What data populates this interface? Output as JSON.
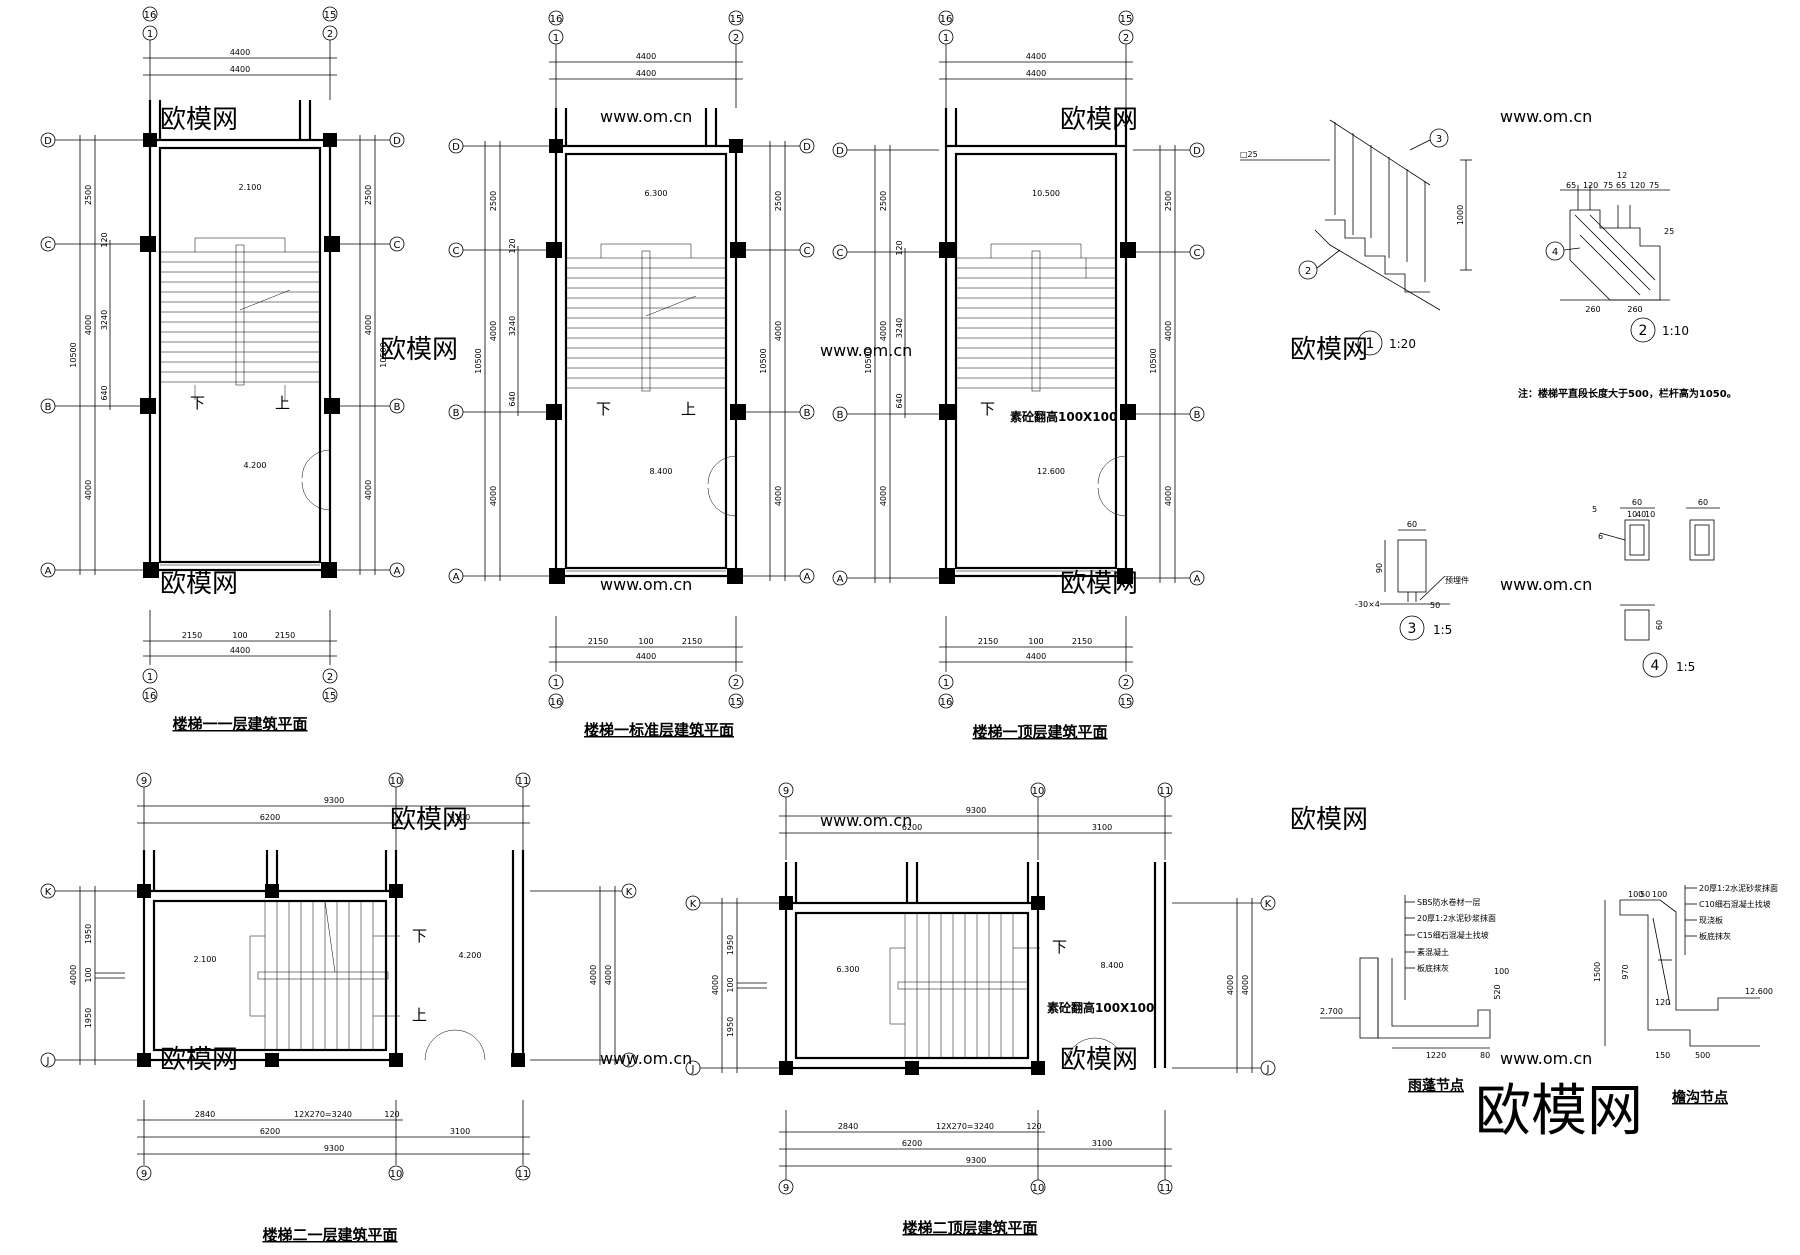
{
  "plans": {
    "p1": {
      "title": "楼梯一一层建筑平面",
      "elev_top": "2.100",
      "elev_bot": "4.200",
      "down": "下",
      "up": "上"
    },
    "p2": {
      "title": "楼梯一标准层建筑平面",
      "elev_top": "6.300",
      "elev_bot": "8.400",
      "down": "下",
      "up": "上"
    },
    "p3": {
      "title": "楼梯一顶层建筑平面",
      "elev_top": "10.500",
      "elev_bot": "12.600",
      "down": "下",
      "note": "素砼翻高100X100"
    },
    "p4": {
      "title": "楼梯二一层建筑平面",
      "elev_left": "2.100",
      "elev_right": "4.200",
      "down": "下",
      "up": "上"
    },
    "p5": {
      "title": "楼梯二顶层建筑平面",
      "elev_left": "6.300",
      "elev_right": "8.400",
      "down": "下",
      "note": "素砼翻高100X100"
    }
  },
  "axes_stair1": {
    "top_left": [
      "16",
      "1"
    ],
    "top_right": [
      "15",
      "2"
    ],
    "rows": [
      "D",
      "C",
      "B",
      "A"
    ],
    "dims_top": [
      "4400",
      "4400"
    ],
    "dims_bottom": [
      "2150",
      "100",
      "2150",
      "4400"
    ],
    "dims_vert_outer": [
      "2500",
      "4000",
      "4000"
    ],
    "dims_vert_inner": [
      "120",
      "3240",
      "640"
    ],
    "dims_vert_total": "10500"
  },
  "axes_stair2": {
    "cols": [
      "9",
      "10",
      "11"
    ],
    "rows": [
      "K",
      "J"
    ],
    "dims_top": [
      "9300",
      "6200",
      "3100"
    ],
    "dims_bottom": [
      "2840",
      "12X270=3240",
      "120",
      "6200",
      "3100",
      "9300"
    ],
    "dims_vert": [
      "1950",
      "100",
      "1950",
      "4000"
    ]
  },
  "details": {
    "d1": {
      "num": "1",
      "scale": "1:20",
      "tags": [
        "3",
        "2"
      ],
      "label": "□25",
      "height": "1000"
    },
    "d2": {
      "num": "2",
      "scale": "1:10",
      "tag": "4",
      "dims": [
        "65",
        "120",
        "75",
        "65",
        "120",
        "75",
        "12"
      ],
      "steps": [
        "260",
        "260"
      ],
      "bar": "25"
    },
    "note": "注：楼梯平直段长度大于500，栏杆高为1050。",
    "d3": {
      "num": "3",
      "scale": "1:5",
      "dims": [
        "60",
        "90",
        "50"
      ],
      "labels": [
        "-30×4",
        "预埋件"
      ]
    },
    "d4": {
      "num": "4",
      "scale": "1:5",
      "dims": [
        "60",
        "10",
        "40",
        "10",
        "60",
        "5",
        "6",
        "60"
      ]
    },
    "canopy": {
      "title": "雨蓬节点",
      "elev": "2.700",
      "layers": [
        "SBS防水卷材一层",
        "20厚1:2水泥砂浆抹面",
        "C15细石混凝土找坡",
        "素混凝土",
        "板底抹灰"
      ],
      "dims": [
        "1220",
        "80",
        "520",
        "100"
      ]
    },
    "parapet": {
      "title": "檐沟节点",
      "elev": "12.600",
      "layers": [
        "20厚1:2水泥砂浆抹面",
        "C10细石混凝土找坡",
        "现浇板",
        "板底抹灰"
      ],
      "dims": [
        "100",
        "50",
        "100",
        "1500",
        "970",
        "150",
        "500",
        "120"
      ]
    }
  },
  "watermark": {
    "brand": "欧模网",
    "url": "www.om.cn",
    "corner": "欧模网"
  }
}
